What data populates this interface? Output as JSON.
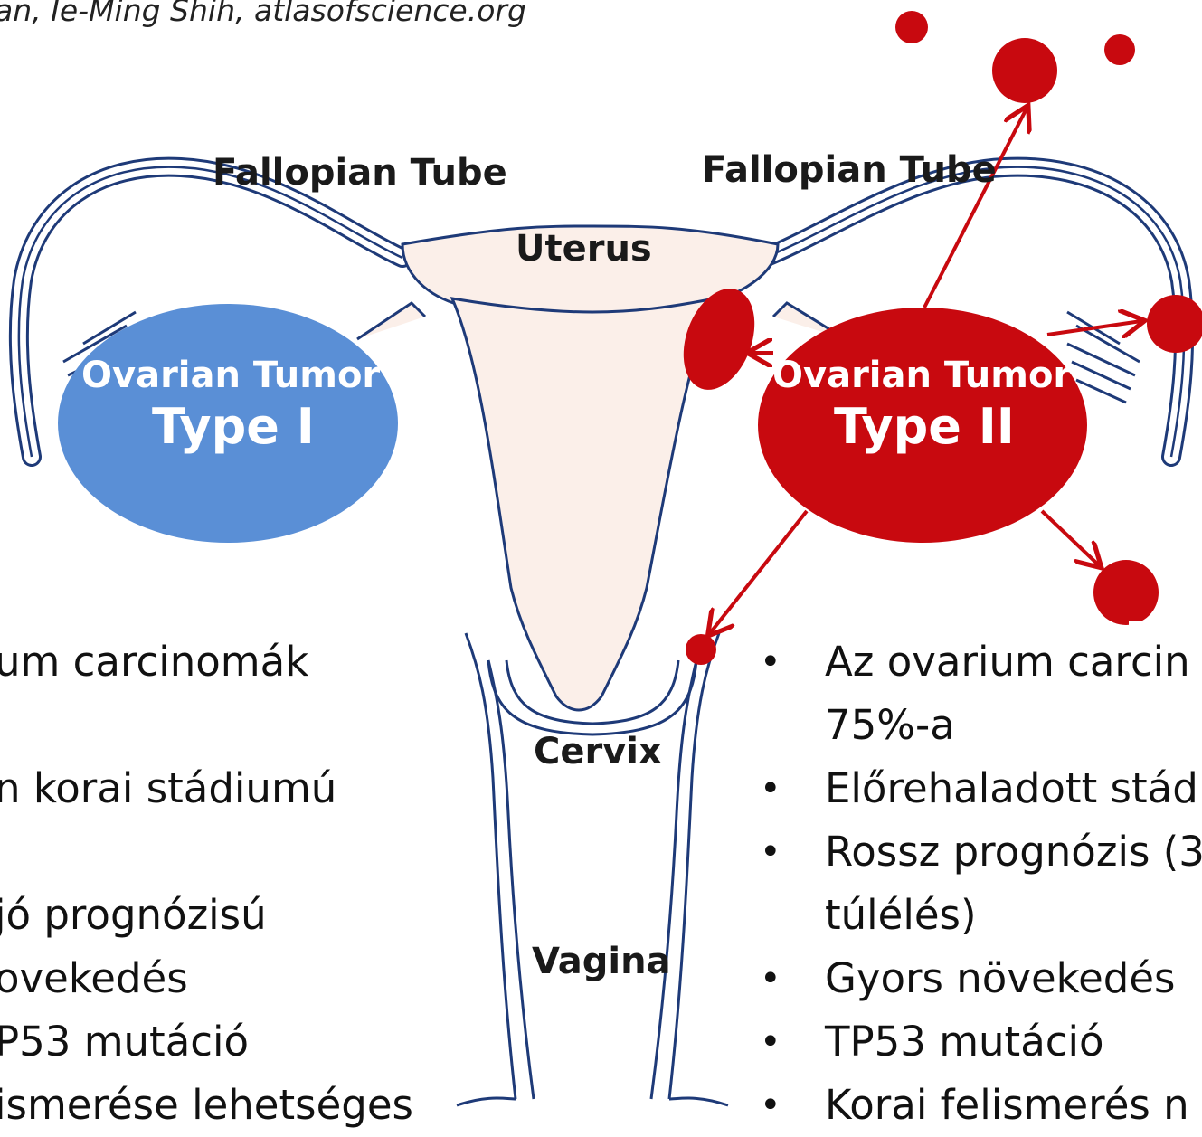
{
  "credit": "an, Ie-Ming Shih, atlasofscience.org",
  "labels": {
    "fallopian_left": "Fallopian Tube",
    "fallopian_right": "Fallopian Tube",
    "uterus": "Uterus",
    "cervix": "Cervix",
    "vagina": "Vagina"
  },
  "tumor_type1": {
    "line1": "Ovarian Tumor",
    "line2": "Type I",
    "color": "#5a8fd6"
  },
  "tumor_type2": {
    "line1": "Ovarian Tumor",
    "line2": "Type II",
    "color": "#c8090f"
  },
  "organ_fill": "#fbefe9",
  "organ_outline": "#1e3a78",
  "left_bullets": [
    "um carcinomák",
    "",
    "n korai stádiumú",
    "",
    "jó prognózisú",
    "ovekedés",
    "P53 mutáció",
    "ismerése lehetséges"
  ],
  "right_bullets": [
    "Az ovarium carcin",
    "75%-a",
    "Előrehaladott stád",
    "Rossz prognózis (3",
    "túlélés)",
    "Gyors növekedés",
    "TP53 mutáció",
    "Korai felismerés n"
  ]
}
